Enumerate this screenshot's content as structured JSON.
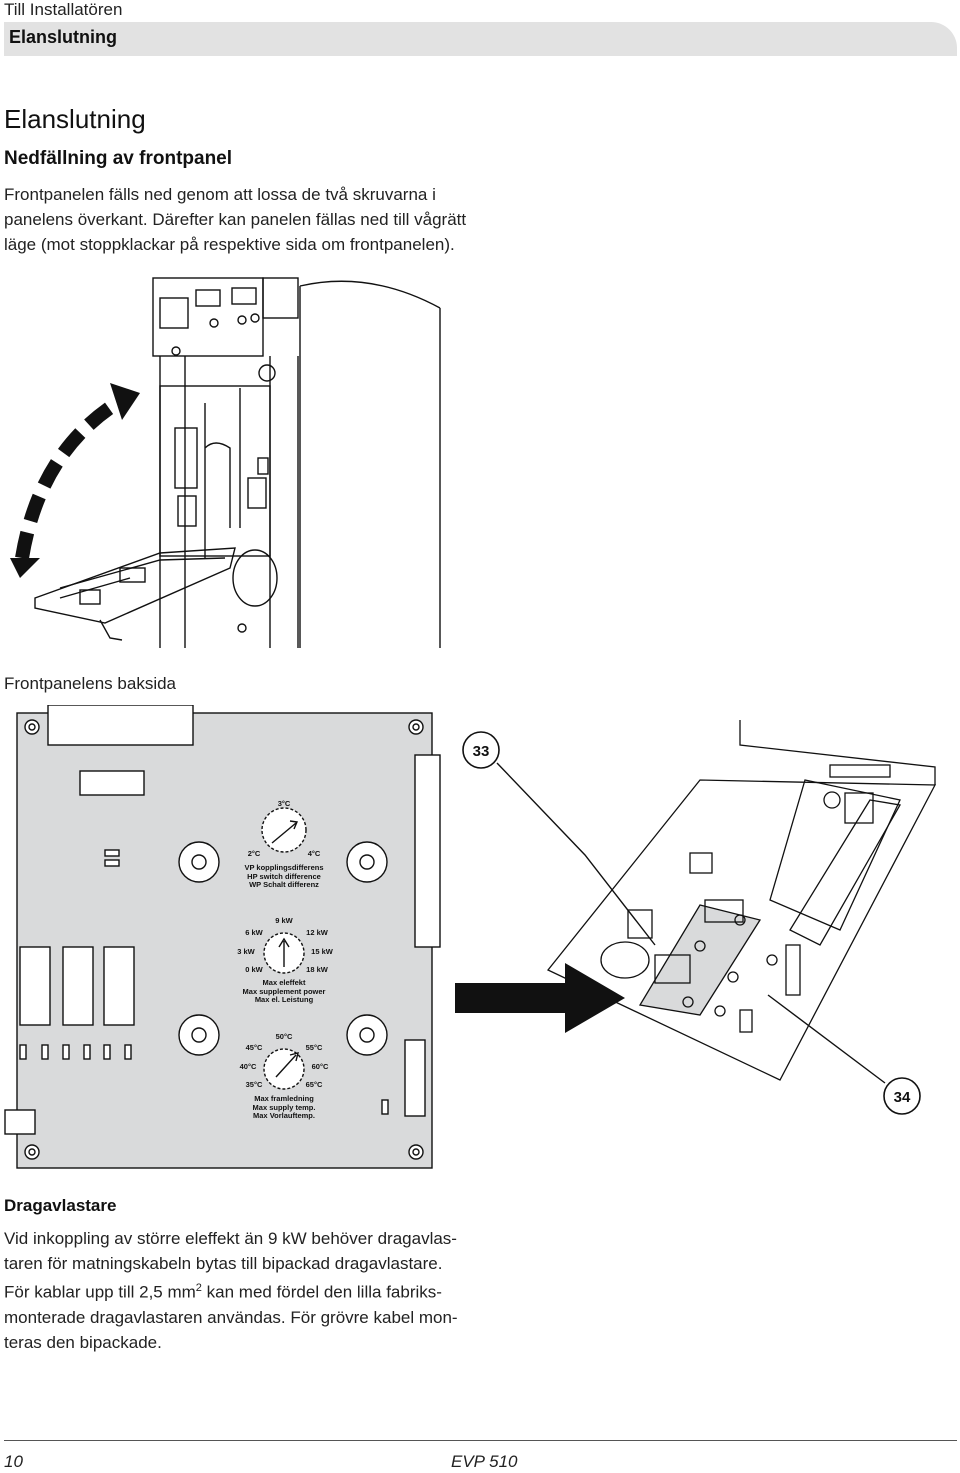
{
  "header": {
    "section": "Till Installatören",
    "bar_title": "Elanslutning"
  },
  "title": "Elanslutning",
  "subtitle": "Nedfällning av frontpanel",
  "intro_lines": [
    "Frontpanelen fälls ned genom att lossa de två skruvarna i",
    "panelens överkant. Därefter kan panelen fällas ned till vågrätt",
    "läge (mot stoppklackar på respektive sida om frontpanelen)."
  ],
  "caption_back": "Frontpanelens baksida",
  "board": {
    "hp_dial": {
      "top": "3°C",
      "left": "2°C",
      "right": "4°C",
      "label_lines": [
        "VP kopplingsdifferens",
        "HP switch difference",
        "WP Schalt differenz"
      ]
    },
    "power_dial": {
      "top": "9 kW",
      "tl": "6 kW",
      "tr": "12 kW",
      "ml": "3 kW",
      "mr": "15 kW",
      "bl": "0 kW",
      "br": "18 kW",
      "label_lines": [
        "Max eleffekt",
        "Max supplement power",
        "Max el. Leistung"
      ]
    },
    "temp_dial": {
      "top": "50°C",
      "tl": "45°C",
      "tr": "55°C",
      "ml": "40°C",
      "mr": "60°C",
      "bl": "35°C",
      "br": "65°C",
      "label_lines": [
        "Max framledning",
        "Max supply temp.",
        "Max Vorlauftemp."
      ]
    }
  },
  "callouts": {
    "c33": "33",
    "c34": "34"
  },
  "heading_strain": "Dragavlastare",
  "strain_lines": [
    "Vid inkoppling av större eleffekt än 9 kW behöver dragavlas-",
    "taren för matningskabeln bytas till bipackad dragavlastare."
  ],
  "strain_line3_a": "För kablar upp till 2,5 mm",
  "strain_line3_sup": "2",
  "strain_line3_b": " kan med fördel den lilla fabriks-",
  "strain_lines_end": [
    "monterade dragavlastaren användas. För grövre kabel mon-",
    "teras den bipackade."
  ],
  "footer": {
    "page": "10",
    "model": "EVP 510"
  }
}
